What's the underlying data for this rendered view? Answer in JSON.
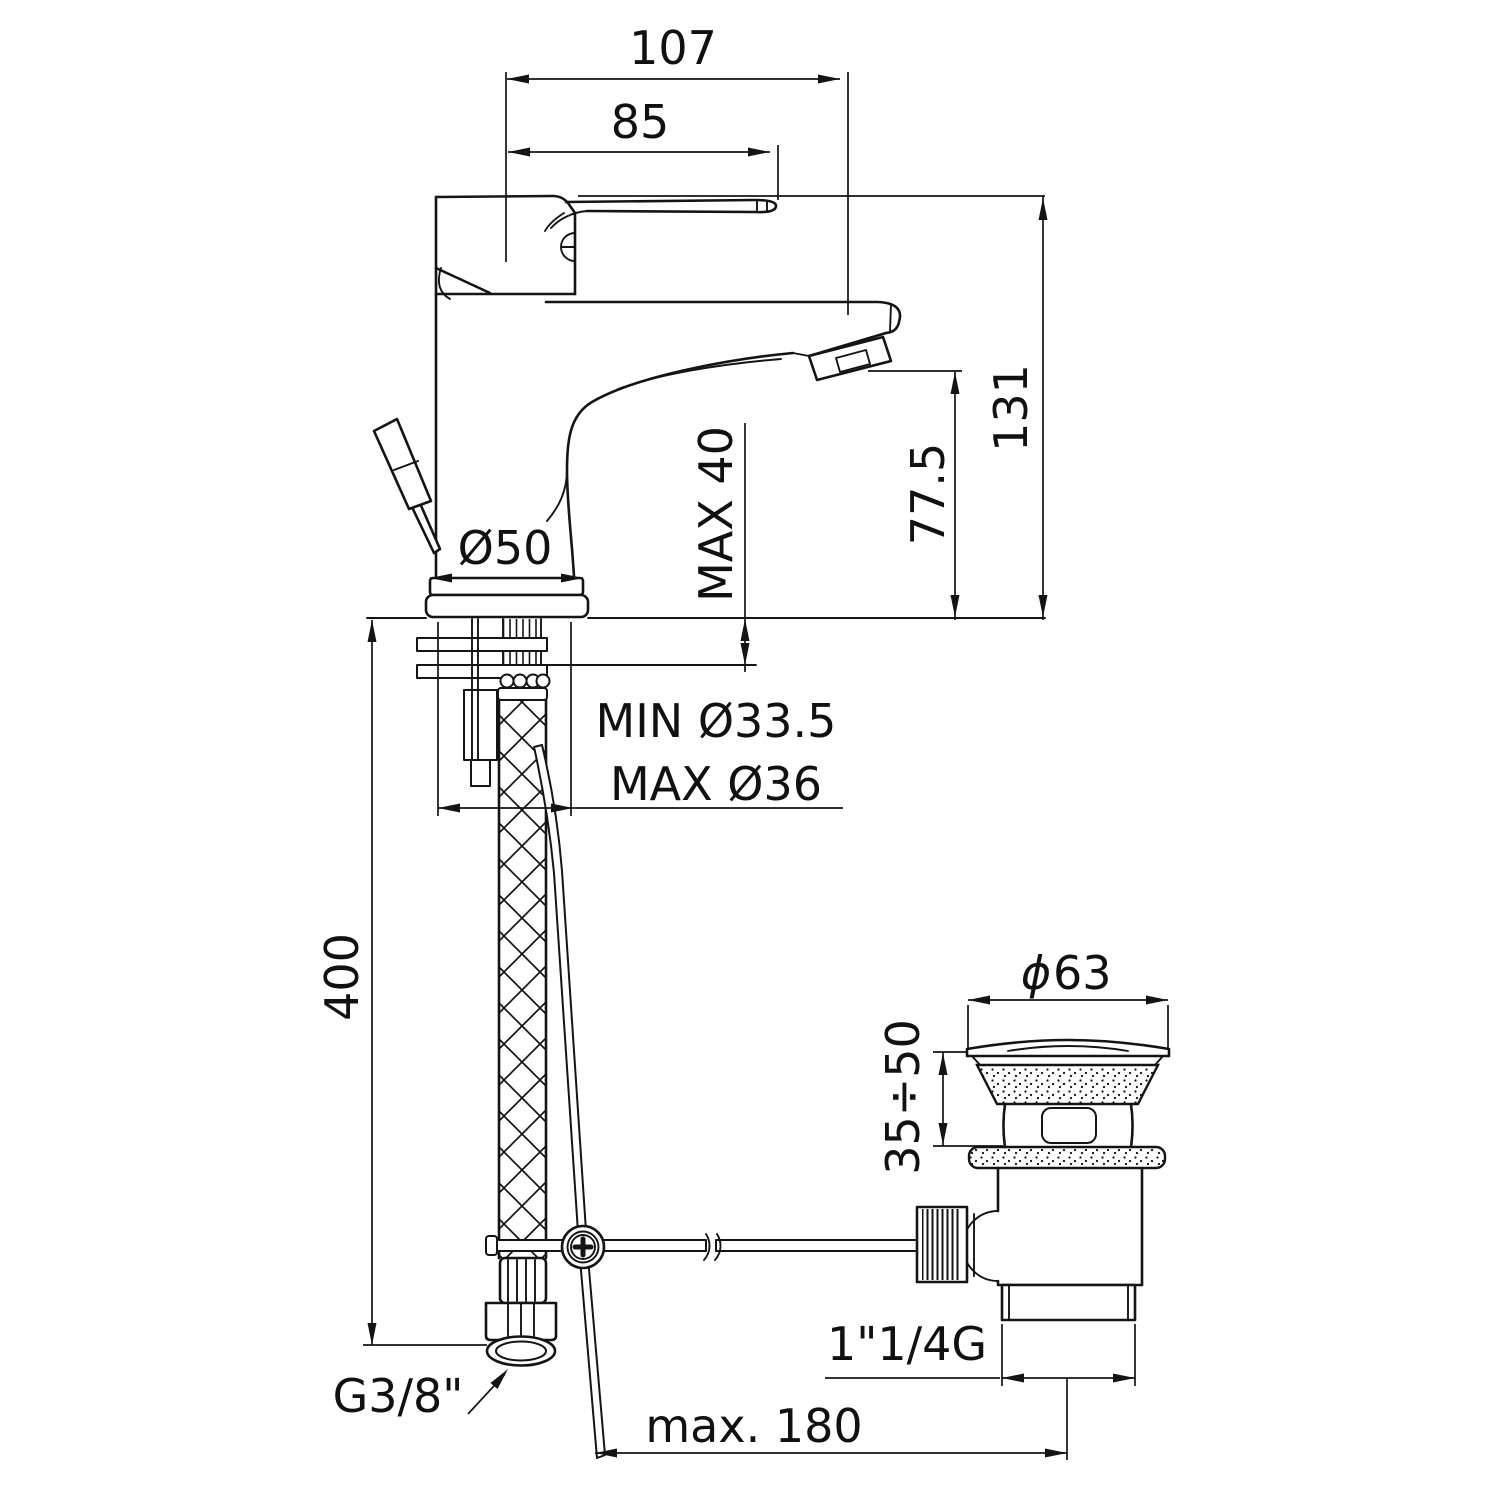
{
  "drawing": {
    "type": "faucet-technical-drawing",
    "line_color": "#141414",
    "background": "#ffffff",
    "labels": {
      "dim_spout_projection": "107",
      "dim_handle_projection": "85",
      "dim_total_height": "131",
      "dim_spout_height": "77.5",
      "dim_max_deck_thickness": "MAX 40",
      "dim_body_diameter": "Ø50",
      "dim_hole_min": "MIN Ø33.5",
      "dim_hole_max": "MAX Ø36",
      "dim_hose_length": "400",
      "label_supply_thread": "G3/8\"",
      "dim_waste_cap_symbol": "ϕ",
      "dim_waste_cap_value": "63",
      "dim_waste_clamp_range": "35÷50",
      "label_waste_thread": "1\"1/4G",
      "dim_rod_reach": "max. 180"
    }
  }
}
